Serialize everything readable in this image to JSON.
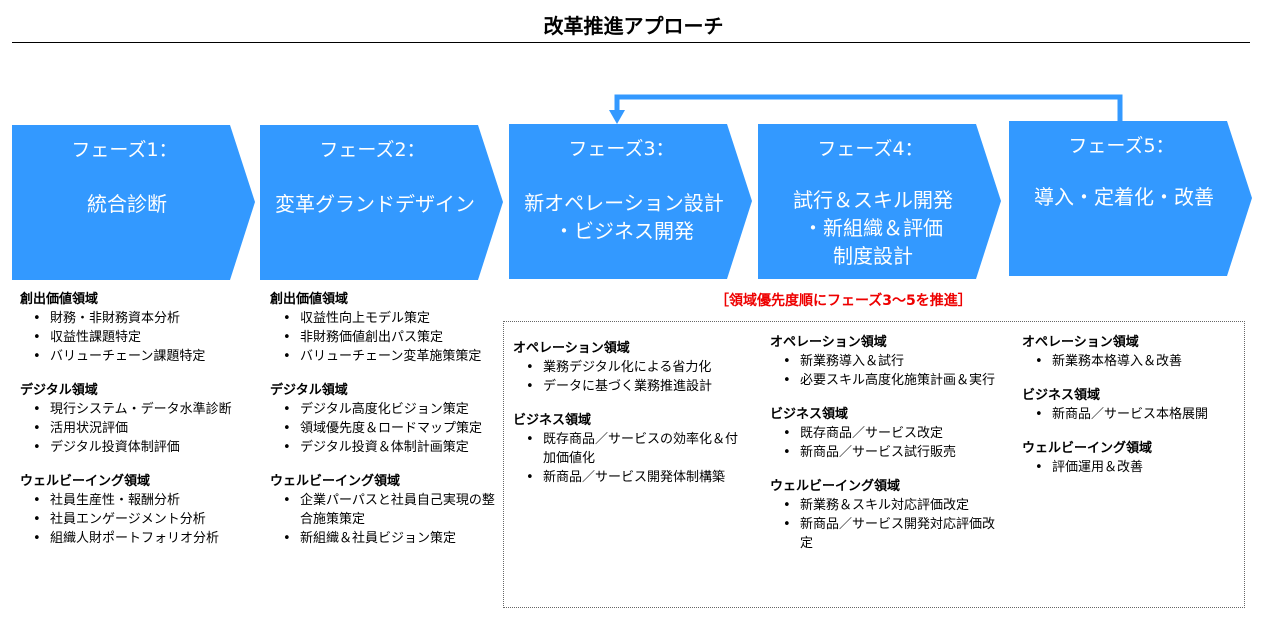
{
  "title": "改革推進アプローチ",
  "colors": {
    "phase": "#3399FF",
    "note": "#EE0000"
  },
  "phases": [
    {
      "label": "フェーズ1：",
      "name": "統合診断"
    },
    {
      "label": "フェーズ2：",
      "name": "変革グランドデザイン"
    },
    {
      "label": "フェーズ3：",
      "name": "新オペレーション設計\n・ビジネス開発"
    },
    {
      "label": "フェーズ4：",
      "name": "試行＆スキル開発\n・新組織＆評価\n制度設計"
    },
    {
      "label": "フェーズ5：",
      "name": "導入・定着化・改善"
    }
  ],
  "note": "［領域優先度順にフェーズ3～5を推進］",
  "columns": [
    [
      {
        "head": "創出価値領域",
        "items": [
          "財務・非財務資本分析",
          "収益性課題特定",
          "バリューチェーン課題特定"
        ]
      },
      {
        "head": "デジタル領域",
        "items": [
          "現行システム・データ水準診断",
          "活用状況評価",
          "デジタル投資体制評価"
        ]
      },
      {
        "head": "ウェルビーイング領域",
        "items": [
          "社員生産性・報酬分析",
          "社員エンゲージメント分析",
          "組織人財ポートフォリオ分析"
        ]
      }
    ],
    [
      {
        "head": "創出価値領域",
        "items": [
          "収益性向上モデル策定",
          "非財務価値創出パス策定",
          "バリューチェーン変革施策策定"
        ]
      },
      {
        "head": "デジタル領域",
        "items": [
          "デジタル高度化ビジョン策定",
          "領域優先度＆ロードマップ策定",
          "デジタル投資＆体制計画策定"
        ]
      },
      {
        "head": "ウェルビーイング領域",
        "items": [
          "企業パーパスと社員自己実現の整合施策策定",
          "新組織＆社員ビジョン策定"
        ]
      }
    ],
    [
      {
        "head": "オペレーション領域",
        "items": [
          "業務デジタル化による省力化",
          "データに基づく業務推進設計"
        ]
      },
      {
        "head": "ビジネス領域",
        "items": [
          "既存商品／サービスの効率化＆付加価値化",
          "新商品／サービス開発体制構築"
        ]
      }
    ],
    [
      {
        "head": "オペレーション領域",
        "items": [
          "新業務導入＆試行",
          "必要スキル高度化施策計画＆実行"
        ]
      },
      {
        "head": "ビジネス領域",
        "items": [
          "既存商品／サービス改定",
          "新商品／サービス試行販売"
        ]
      },
      {
        "head": "ウェルビーイング領域",
        "items": [
          "新業務＆スキル対応評価改定",
          "新商品／サービス開発対応評価改定"
        ]
      }
    ],
    [
      {
        "head": "オペレーション領域",
        "items": [
          "新業務本格導入＆改善"
        ]
      },
      {
        "head": "ビジネス領域",
        "items": [
          "新商品／サービス本格展開"
        ]
      },
      {
        "head": "ウェルビーイング領域",
        "items": [
          "評価運用＆改善"
        ]
      }
    ]
  ]
}
